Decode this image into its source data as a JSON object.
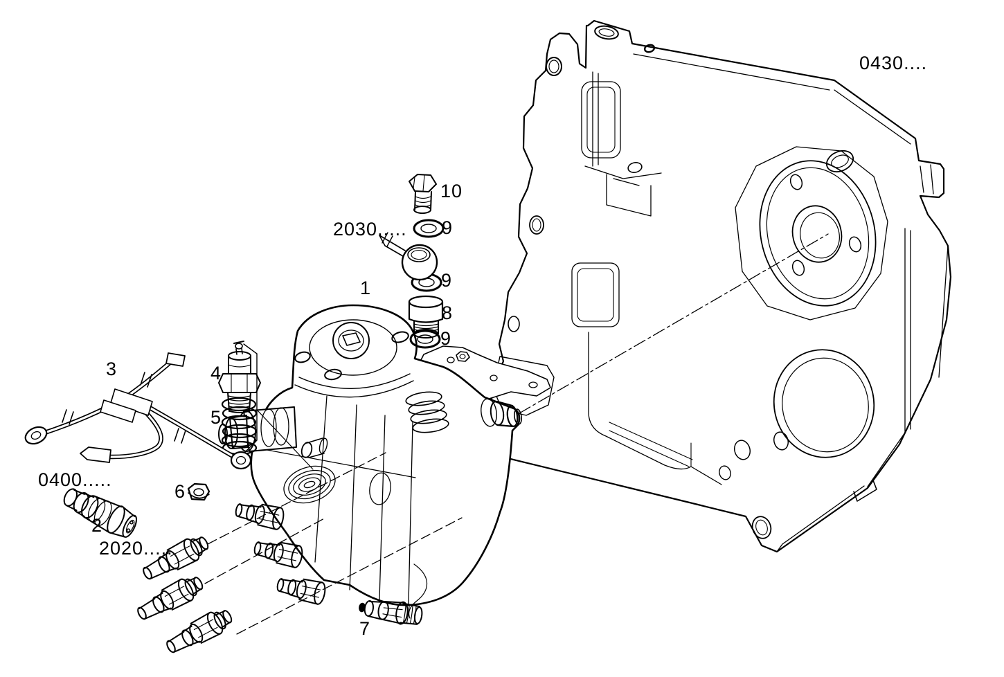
{
  "diagram": {
    "type": "exploded-parts-drawing",
    "subject": "fuel-injection-pump-assembly",
    "colors": {
      "line": "#000000",
      "background": "#ffffff"
    },
    "callouts": [
      {
        "id": "ref-0430",
        "text": "0430...."
      },
      {
        "id": "ref-2030",
        "text": "2030....."
      },
      {
        "id": "part-10",
        "text": "10"
      },
      {
        "id": "part-9-top",
        "text": "9"
      },
      {
        "id": "part-1",
        "text": "1"
      },
      {
        "id": "part-9-mid",
        "text": "9"
      },
      {
        "id": "part-8",
        "text": "8"
      },
      {
        "id": "part-9-bot",
        "text": "9"
      },
      {
        "id": "part-3",
        "text": "3"
      },
      {
        "id": "part-4",
        "text": "4"
      },
      {
        "id": "part-5",
        "text": "5"
      },
      {
        "id": "ref-0400",
        "text": "0400....."
      },
      {
        "id": "part-6",
        "text": "6"
      },
      {
        "id": "part-2",
        "text": "2"
      },
      {
        "id": "ref-2020",
        "text": "2020....."
      },
      {
        "id": "part-7",
        "text": "7"
      }
    ]
  }
}
